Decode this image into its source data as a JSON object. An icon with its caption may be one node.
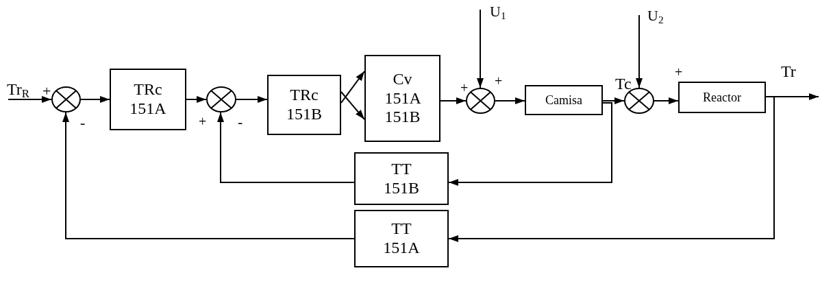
{
  "diagram": {
    "nodes": [
      {
        "text": [],
        "shape": "circle"
      },
      {
        "text": [
          "TRc 151A"
        ]
      },
      {
        "text": [],
        "shape": "circle"
      },
      {
        "text": [
          "TRc 151B"
        ]
      },
      {
        "text": [
          "Cv 151A 151B"
        ]
      },
      {
        "text": [],
        "shape": "circle"
      },
      {
        "text": [
          "Camisa"
        ]
      },
      {
        "text": [],
        "shape": "circle"
      },
      {
        "text": [
          "Reactor"
        ]
      },
      {
        "text": [
          "TT 151B"
        ]
      },
      {
        "text": [
          "TT 151A"
        ]
      },
      {
        "text": [
          "Tr$_{R}$"
        ]
      },
      {
        "text": [
          "U$_{1}$"
        ]
      },
      {
        "text": [
          "U$_{2}$"
        ]
      },
      {
        "text": [
          "Tr"
        ]
      }
    ],
    "edges": [
      {
        "from": 11,
        "to": 0,
        "arrow": "to"
      },
      {
        "from": 0,
        "to": 1,
        "arrow": "to"
      },
      {
        "from": 1,
        "to": 2,
        "arrow": "to"
      },
      {
        "from": 2,
        "to": 3,
        "arrow": "to"
      },
      {
        "from": 3,
        "to": 4,
        "arrow": "to"
      },
      {
        "from": 3,
        "to": 4,
        "arrow": "to"
      },
      {
        "from": 4,
        "to": 5,
        "arrow": "to"
      },
      {
        "from": 12,
        "to": 5,
        "arrow": "to"
      },
      {
        "from": 5,
        "to": 6,
        "arrow": "to"
      },
      {
        "from": 6,
        "to": 7,
        "arrow": "to"
      },
      {
        "from": 13,
        "to": 7,
        "arrow": "to"
      },
      {
        "from": 7,
        "to": 8,
        "arrow": "to"
      },
      {
        "from": 8,
        "to": 14,
        "arrow": "to"
      },
      {
        "from": 6,
        "to": 9,
        "arrow": "to"
      },
      {
        "from": 9,
        "to": 2,
        "arrow": "to"
      },
      {
        "from": 8,
        "to": 10,
        "arrow": "to"
      },
      {
        "from": 10,
        "to": 0,
        "arrow": "to"
      }
    ],
    "labels": [
      "+",
      "+",
      "Tc",
      "+",
      "+",
      "-",
      "+",
      "-"
    ]
  }
}
